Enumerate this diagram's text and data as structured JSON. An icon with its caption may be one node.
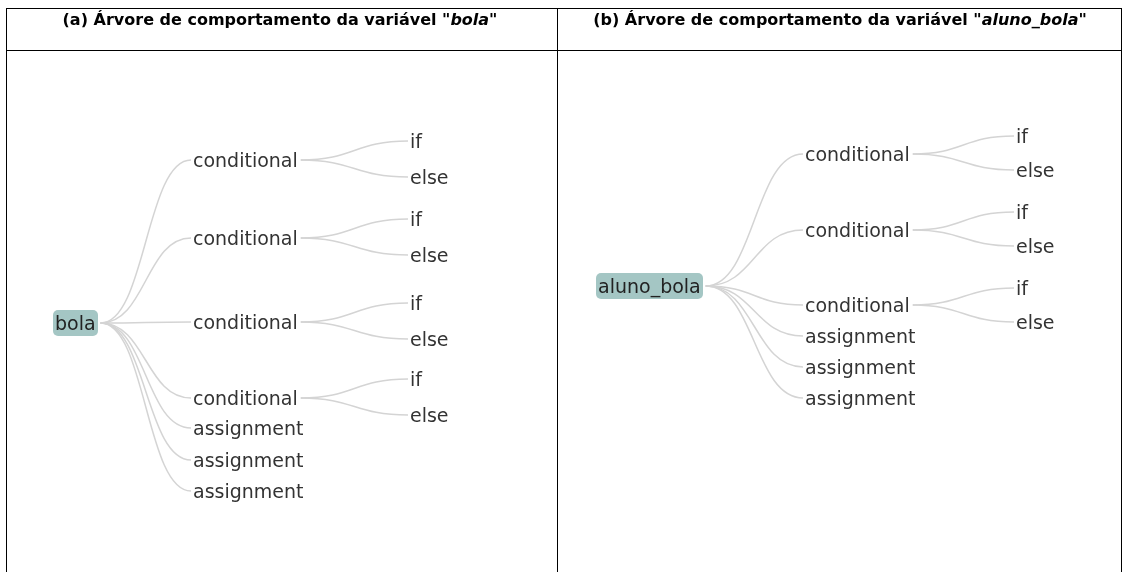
{
  "diagram": {
    "nodes": [
      {
        "text": [
          "bola"
        ]
      },
      {
        "text": [
          "conditional"
        ]
      },
      {
        "text": [
          "if"
        ]
      },
      {
        "text": [
          "else"
        ]
      },
      {
        "text": [
          "conditional"
        ]
      },
      {
        "text": [
          "if"
        ]
      },
      {
        "text": [
          "else"
        ]
      },
      {
        "text": [
          "conditional"
        ]
      },
      {
        "text": [
          "if"
        ]
      },
      {
        "text": [
          "else"
        ]
      },
      {
        "text": [
          "conditional"
        ]
      },
      {
        "text": [
          "if"
        ]
      },
      {
        "text": [
          "else"
        ]
      },
      {
        "text": [
          "assignment"
        ]
      },
      {
        "text": [
          "assignment"
        ]
      },
      {
        "text": [
          "assignment"
        ]
      },
      {
        "text": [
          "aluno_bola"
        ]
      },
      {
        "text": [
          "conditional"
        ]
      },
      {
        "text": [
          "if"
        ]
      },
      {
        "text": [
          "else"
        ]
      },
      {
        "text": [
          "conditional"
        ]
      },
      {
        "text": [
          "if"
        ]
      },
      {
        "text": [
          "else"
        ]
      },
      {
        "text": [
          "conditional"
        ]
      },
      {
        "text": [
          "if"
        ]
      },
      {
        "text": [
          "else"
        ]
      },
      {
        "text": [
          "assignment"
        ]
      },
      {
        "text": [
          "assignment"
        ]
      },
      {
        "text": [
          "assignment"
        ]
      }
    ],
    "edges": [
      {
        "from": 0,
        "to": 1,
        "arrow": "none"
      },
      {
        "from": 0,
        "to": 4,
        "arrow": "none"
      },
      {
        "from": 0,
        "to": 7,
        "arrow": "none"
      },
      {
        "from": 0,
        "to": 10,
        "arrow": "none"
      },
      {
        "from": 0,
        "to": 13,
        "arrow": "none"
      },
      {
        "from": 0,
        "to": 14,
        "arrow": "none"
      },
      {
        "from": 0,
        "to": 15,
        "arrow": "none"
      },
      {
        "from": 1,
        "to": 2,
        "arrow": "none"
      },
      {
        "from": 1,
        "to": 3,
        "arrow": "none"
      },
      {
        "from": 4,
        "to": 5,
        "arrow": "none"
      },
      {
        "from": 4,
        "to": 6,
        "arrow": "none"
      },
      {
        "from": 7,
        "to": 8,
        "arrow": "none"
      },
      {
        "from": 7,
        "to": 9,
        "arrow": "none"
      },
      {
        "from": 10,
        "to": 11,
        "arrow": "none"
      },
      {
        "from": 10,
        "to": 12,
        "arrow": "none"
      },
      {
        "from": 16,
        "to": 17,
        "arrow": "none"
      },
      {
        "from": 16,
        "to": 20,
        "arrow": "none"
      },
      {
        "from": 16,
        "to": 23,
        "arrow": "none"
      },
      {
        "from": 16,
        "to": 26,
        "arrow": "none"
      },
      {
        "from": 16,
        "to": 27,
        "arrow": "none"
      },
      {
        "from": 16,
        "to": 28,
        "arrow": "none"
      },
      {
        "from": 17,
        "to": 18,
        "arrow": "none"
      },
      {
        "from": 17,
        "to": 19,
        "arrow": "none"
      },
      {
        "from": 20,
        "to": 21,
        "arrow": "none"
      },
      {
        "from": 20,
        "to": 22,
        "arrow": "none"
      },
      {
        "from": 23,
        "to": 24,
        "arrow": "none"
      },
      {
        "from": 23,
        "to": 25,
        "arrow": "none"
      }
    ],
    "labels": [
      "(a) Árvore de comportamento da variável \"*bola*\"",
      "(b) Árvore de comportamento da variável *\"aluno_bola\"*"
    ]
  }
}
